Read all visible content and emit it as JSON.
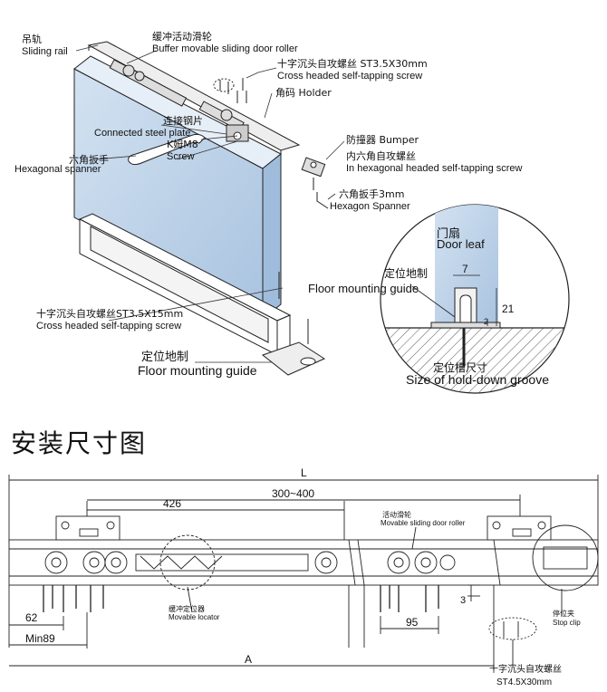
{
  "labels": {
    "rail_cn": "吊轨",
    "rail_en": "Sliding rail",
    "roller_cn": "缓冲活动滑轮",
    "roller_en": "Buffer movable sliding door roller",
    "screw_top_cn": "十字沉头自攻螺丝  ST3.5X30mm",
    "screw_top_en": "Cross headed self-tapping screw",
    "holder": "角码 Holder",
    "steel_cn": "连接钢片",
    "steel_en": "Connected steel plate",
    "km8": "K姆M8",
    "screw_word": "Screw",
    "spanner_cn": "六角扳手",
    "spanner_en": "Hexagonal spanner",
    "bumper": "防撞器 Bumper",
    "hex_screw_cn": "内六角自攻螺丝",
    "hex_screw_en": "In hexagonal headed self-tapping screw",
    "hex3_cn": "六角扳手3mm",
    "hex3_en": "Hexagon Spanner",
    "door_leaf_cn": "门扇",
    "door_leaf_en": "Door leaf",
    "guide_cn_right": "定位地制",
    "guide_en_right": "Floor mounting guide",
    "screw_bottom_cn": "十字沉头自攻螺丝ST3.5X15mm",
    "screw_bottom_en": "Cross headed self-tapping screw",
    "guide_cn": "定位地制",
    "guide_en": "Floor mounting guide",
    "groove_cn": "定位槽尺寸",
    "groove_en": "Size of hold-down groove",
    "dim_7": "7",
    "dim_21": "21",
    "dim_2": "2"
  },
  "section_title": "安装尺寸图",
  "dims": {
    "L": "L",
    "d426": "426",
    "d300": "300~400",
    "roller_cn": "活动滑轮",
    "roller_en": "Movable sliding door roller",
    "locator_cn": "缓冲定位器",
    "locator_en": "Movable locator",
    "stopclip_cn": "停位夹",
    "stopclip_en": "Stop clip",
    "d3": "3",
    "d95": "95",
    "d62": "62",
    "min89": "Min89",
    "A": "A",
    "screw_cn": "十字沉头自攻螺丝",
    "screw_spec": "ST4.5X30mm"
  },
  "colors": {
    "glass": "#b9cfe6",
    "glass_dark": "#8fb0d4",
    "line": "#222222"
  }
}
